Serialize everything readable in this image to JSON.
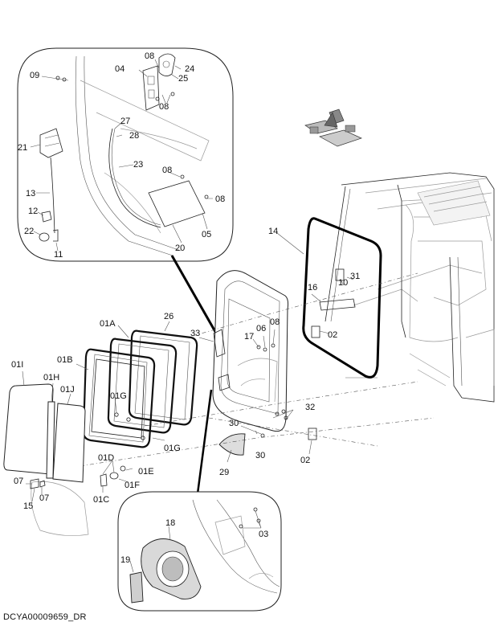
{
  "document_id": "DCYA00009659_DR",
  "callouts": {
    "c09": "09",
    "c04": "04",
    "c08a": "08",
    "c24": "24",
    "c25": "25",
    "c08b": "08",
    "c27": "27",
    "c28": "28",
    "c21": "21",
    "c23": "23",
    "c08c": "08",
    "c08d": "08",
    "c13": "13",
    "c12": "12",
    "c22": "22",
    "c11": "11",
    "c20": "20",
    "c05": "05",
    "c14": "14",
    "c31": "31",
    "c10": "10",
    "c16": "16",
    "c02a": "02",
    "c26": "26",
    "c01A": "01A",
    "c33": "33",
    "c17": "17",
    "c06": "06",
    "c08e": "08",
    "c01B": "01B",
    "c01I": "01I",
    "c01H": "01H",
    "c01J": "01J",
    "c01G_a": "01G",
    "c01G_b": "01G",
    "c32": "32",
    "c30a": "30",
    "c30b": "30",
    "c29": "29",
    "c02b": "02",
    "c01D": "01D",
    "c01E": "01E",
    "c01F": "01F",
    "c01C": "01C",
    "c07a": "07",
    "c07b": "07",
    "c15": "15",
    "c18": "18",
    "c03": "03",
    "c19": "19"
  },
  "icon": "front-orientation-icon"
}
